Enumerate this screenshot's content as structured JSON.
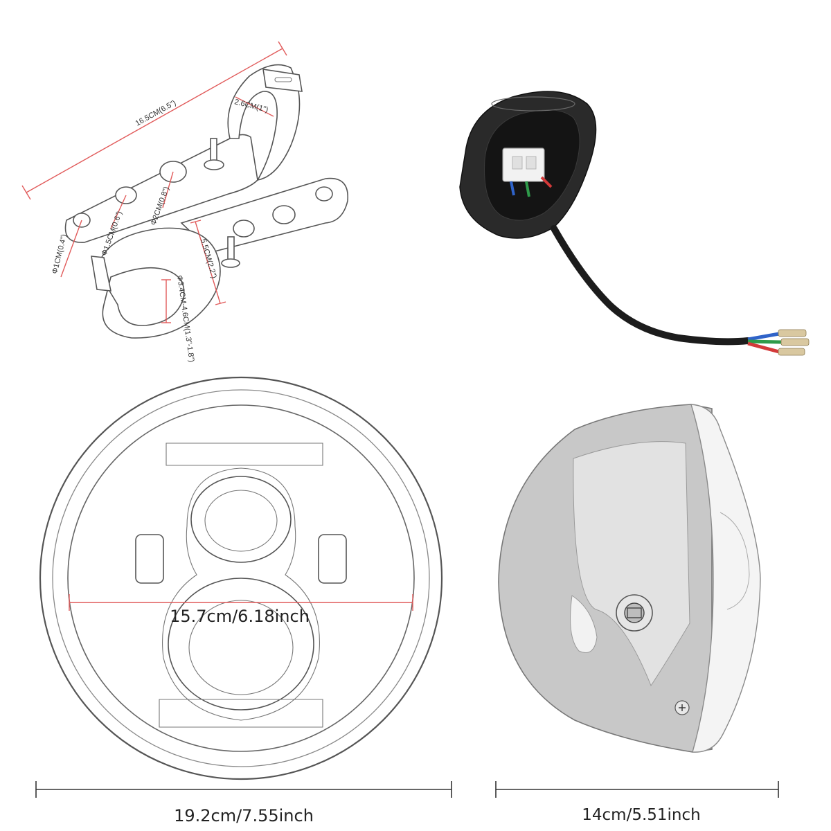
{
  "colors": {
    "dimension_line": "#e15a5a",
    "outline": "#555555",
    "gasket": "#2a2a2a",
    "metal": "#c8c8c8"
  },
  "brackets": {
    "length": "16.5CM(6.5\")",
    "slot": "2.6CM(1\")",
    "hole_large": "Φ2CM(0.8\")",
    "hole_medium": "Φ1.5CM(0.6\")",
    "hole_small": "Φ1CM(0.4\")",
    "clamp_height": "5.5CM(2.2\")",
    "clamp_range": "Φ3.4CM-4.6CM(1.3\"-1.8\")"
  },
  "headlight_front": {
    "inner_diameter": "15.7cm/6.18inch",
    "outer_diameter": "19.2cm/7.55inch"
  },
  "headlight_side": {
    "depth": "14cm/5.51inch"
  }
}
